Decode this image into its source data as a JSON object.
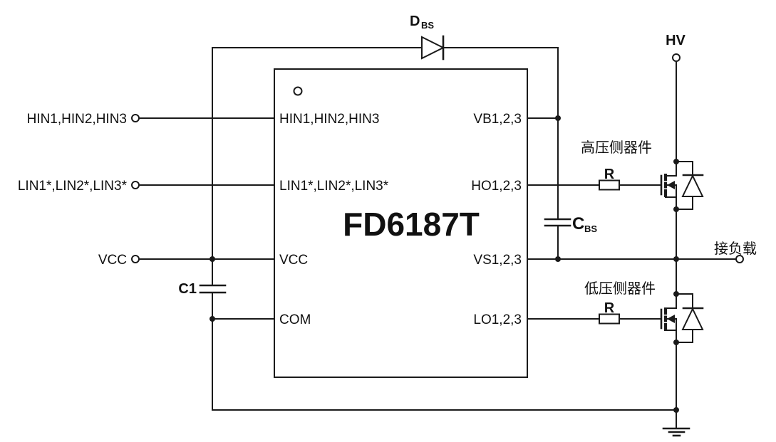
{
  "diagram": {
    "kind": "ic-application-circuit-schematic",
    "background_color": "#ffffff",
    "line_color": "#1a1a1a"
  },
  "ic": {
    "part_number": "FD6187T",
    "pins_left": [
      "HIN1,HIN2,HIN3",
      "LIN1*,LIN2*,LIN3*",
      "VCC",
      "COM"
    ],
    "pins_right": [
      "VB1,2,3",
      "HO1,2,3",
      "VS1,2,3",
      "LO1,2,3"
    ]
  },
  "input_terminals": {
    "hin_label": "HIN1,HIN2,HIN3",
    "lin_label": "LIN1*,LIN2*,LIN3*",
    "vcc_label": "VCC"
  },
  "power": {
    "hv_label": "HV",
    "load_label": "接负载"
  },
  "components": {
    "bootstrap_diode": {
      "ref": "D",
      "sub": "BS"
    },
    "bootstrap_capacitor": {
      "ref": "C",
      "sub": "BS"
    },
    "vcc_capacitor": {
      "ref": "C1"
    },
    "high_gate_resistor": {
      "ref": "R"
    },
    "low_gate_resistor": {
      "ref": "R"
    }
  },
  "annotations": {
    "high_side_device": "高压侧器件",
    "low_side_device": "低压侧器件"
  }
}
